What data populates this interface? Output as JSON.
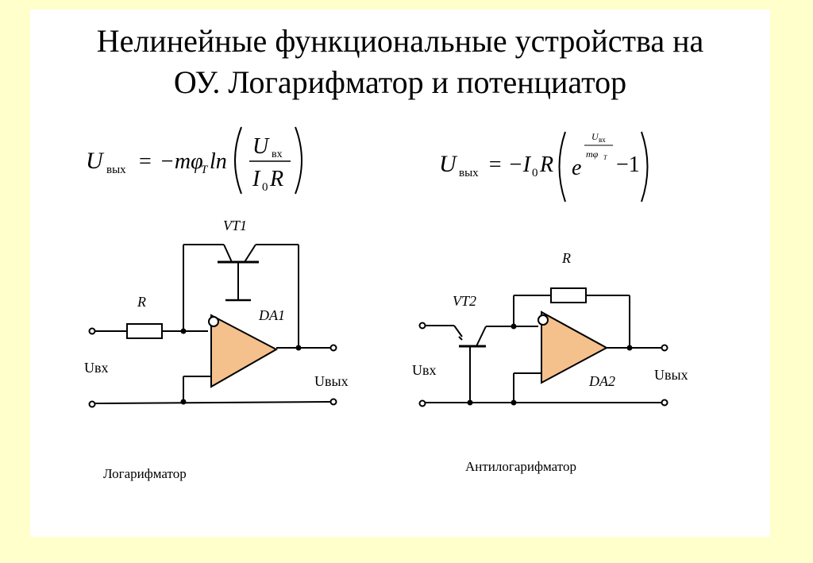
{
  "slide": {
    "title_line1": "Нелинейные функциональные устройства на",
    "title_line2": "ОУ. Логарифматор и потенциатор"
  },
  "formulas": {
    "log": {
      "lhs": "U",
      "lhs_sub": "вых",
      "minus_m_phi": "−mφ",
      "phi_sub": "T",
      "ln": "ln",
      "num": "U",
      "num_sub": "вх",
      "den": "I",
      "den_sub": "0",
      "den_r": "R"
    },
    "antilog": {
      "lhs": "U",
      "lhs_sub": "вых",
      "eq_minus": "= −I",
      "i_sub": "0",
      "r": "R",
      "e": "e",
      "exp_num": "U",
      "exp_num_sub": "вх",
      "exp_den": "mφ",
      "exp_den_sub": "T",
      "minus_one": "−1"
    }
  },
  "circuit_left": {
    "transistor": "VT1",
    "resistor": "R",
    "opamp": "DA1",
    "input_label": "Uвх",
    "output_label": "Uвых",
    "caption": "Логарифматор"
  },
  "circuit_right": {
    "transistor": "VT2",
    "resistor": "R",
    "opamp": "DA2",
    "input_label": "Uвх",
    "output_label": "Uвых",
    "caption": "Антилогарифматор"
  },
  "colors": {
    "page_background": "#ffffcc",
    "slide_background": "#ffffff",
    "opamp_fill": "#f4c08c"
  }
}
